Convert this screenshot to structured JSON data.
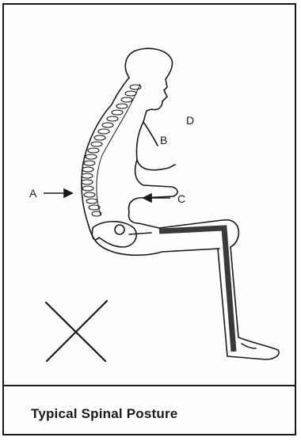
{
  "labels": {
    "a": "A",
    "b": "B",
    "c": "C",
    "d": "D"
  },
  "caption": "Typical Spinal Posture",
  "icons": {
    "incorrect_mark": "x-mark-icon"
  },
  "colors": {
    "ink": "#1a1a1a",
    "shin_bar": "#3a3a3a",
    "background": "#ffffff"
  }
}
